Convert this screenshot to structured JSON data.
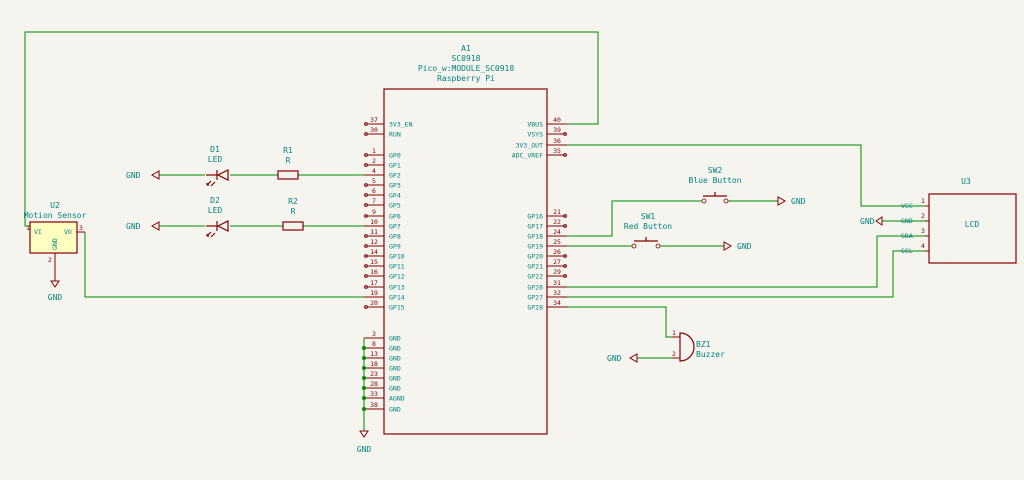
{
  "mcu": {
    "ref": "A1",
    "value": "SC0918",
    "footprint": "Pico_w:MODULE_SC0918",
    "desc": "Raspberry Pi",
    "left_pins": [
      {
        "num": "37",
        "name": "3V3_EN"
      },
      {
        "num": "30",
        "name": "RUN"
      },
      {
        "num": "1",
        "name": "GP0"
      },
      {
        "num": "2",
        "name": "GP1"
      },
      {
        "num": "4",
        "name": "GP2"
      },
      {
        "num": "5",
        "name": "GP3"
      },
      {
        "num": "6",
        "name": "GP4"
      },
      {
        "num": "7",
        "name": "GP5"
      },
      {
        "num": "9",
        "name": "GP6"
      },
      {
        "num": "10",
        "name": "GP7"
      },
      {
        "num": "11",
        "name": "GP8"
      },
      {
        "num": "12",
        "name": "GP9"
      },
      {
        "num": "14",
        "name": "GP10"
      },
      {
        "num": "15",
        "name": "GP11"
      },
      {
        "num": "16",
        "name": "GP12"
      },
      {
        "num": "17",
        "name": "GP13"
      },
      {
        "num": "19",
        "name": "GP14"
      },
      {
        "num": "20",
        "name": "GP15"
      },
      {
        "num": "3",
        "name": "GND"
      },
      {
        "num": "8",
        "name": "GND"
      },
      {
        "num": "13",
        "name": "GND"
      },
      {
        "num": "18",
        "name": "GND"
      },
      {
        "num": "23",
        "name": "GND"
      },
      {
        "num": "28",
        "name": "GND"
      },
      {
        "num": "33",
        "name": "AGND"
      },
      {
        "num": "38",
        "name": "GND"
      }
    ],
    "right_pins": [
      {
        "num": "40",
        "name": "VBUS"
      },
      {
        "num": "39",
        "name": "VSYS"
      },
      {
        "num": "36",
        "name": "3V3_OUT"
      },
      {
        "num": "35",
        "name": "ADC_VREF"
      },
      {
        "num": "21",
        "name": "GP16"
      },
      {
        "num": "22",
        "name": "GP17"
      },
      {
        "num": "24",
        "name": "GP18"
      },
      {
        "num": "25",
        "name": "GP19"
      },
      {
        "num": "26",
        "name": "GP20"
      },
      {
        "num": "27",
        "name": "GP21"
      },
      {
        "num": "29",
        "name": "GP22"
      },
      {
        "num": "31",
        "name": "GP26"
      },
      {
        "num": "32",
        "name": "GP27"
      },
      {
        "num": "34",
        "name": "GP28"
      }
    ]
  },
  "d1": {
    "ref": "D1",
    "value": "LED"
  },
  "d2": {
    "ref": "D2",
    "value": "LED"
  },
  "r1": {
    "ref": "R1",
    "value": "R"
  },
  "r2": {
    "ref": "R2",
    "value": "R"
  },
  "u2": {
    "ref": "U2",
    "value": "Motion Sensor",
    "pins": [
      {
        "num": "1",
        "name": "VI"
      },
      {
        "num": "2",
        "name": "GND"
      },
      {
        "num": "3",
        "name": "VO"
      }
    ]
  },
  "u3": {
    "ref": "U3",
    "value": "LCD",
    "pins": [
      {
        "num": "1",
        "name": "VCC"
      },
      {
        "num": "2",
        "name": "GND"
      },
      {
        "num": "3",
        "name": "SDA"
      },
      {
        "num": "4",
        "name": "SCL"
      }
    ]
  },
  "sw1": {
    "ref": "SW1",
    "value": "Red Button"
  },
  "sw2": {
    "ref": "SW2",
    "value": "Blue Button"
  },
  "bz1": {
    "ref": "BZ1",
    "value": "Buzzer",
    "pins": [
      {
        "num": "1"
      },
      {
        "num": "2"
      }
    ]
  },
  "gnd_label": "GND"
}
